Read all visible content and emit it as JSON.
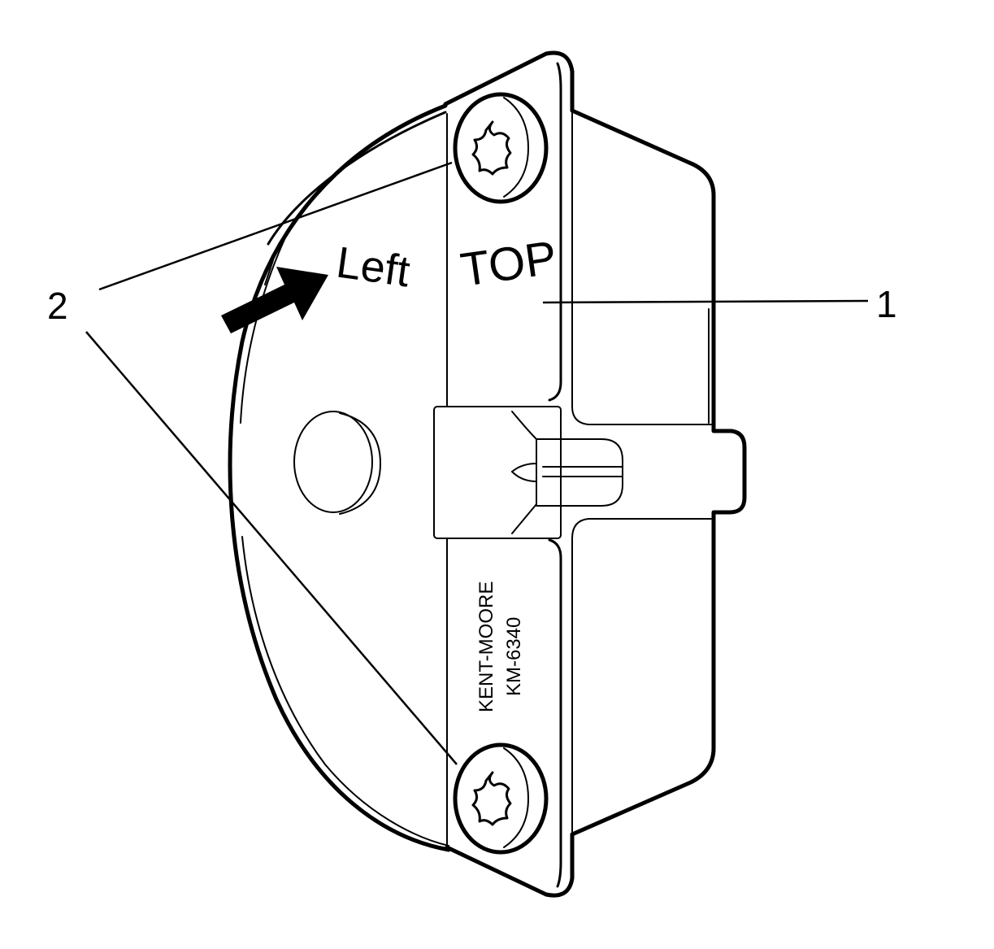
{
  "callouts": {
    "one": "1",
    "two": "2"
  },
  "tool_labels": {
    "top": "TOP",
    "left": "Left",
    "brand": "KENT-MOORE",
    "part_number": "KM-6340"
  },
  "icons": {
    "direction_arrow": "arrow-up-right-icon",
    "fastener": "torx-screw-icon"
  },
  "colors": {
    "ink": "#000000",
    "paper": "#ffffff"
  }
}
